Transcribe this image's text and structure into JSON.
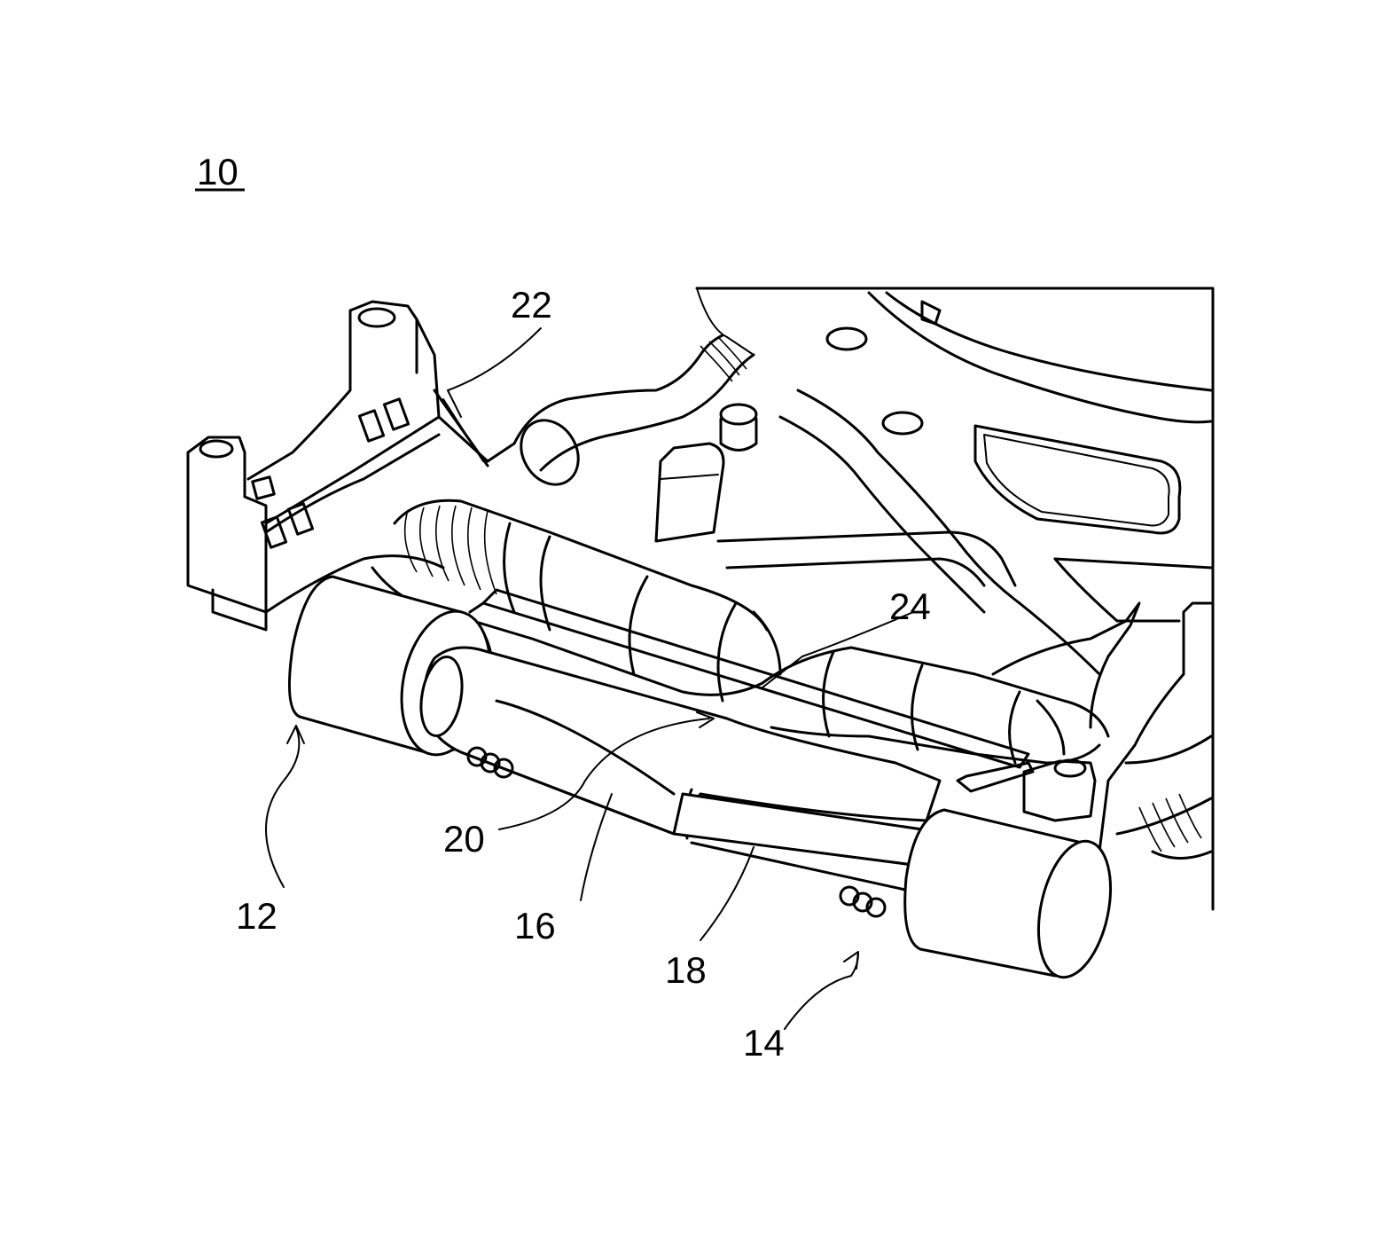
{
  "figure": {
    "reference_numerals": {
      "assembly": "10",
      "left_muffler": "12",
      "right_muffler": "14",
      "left_pipe": "16",
      "right_pipe": "18",
      "crossover": "20",
      "bracket_front": "22",
      "bracket_rear": "24"
    }
  }
}
